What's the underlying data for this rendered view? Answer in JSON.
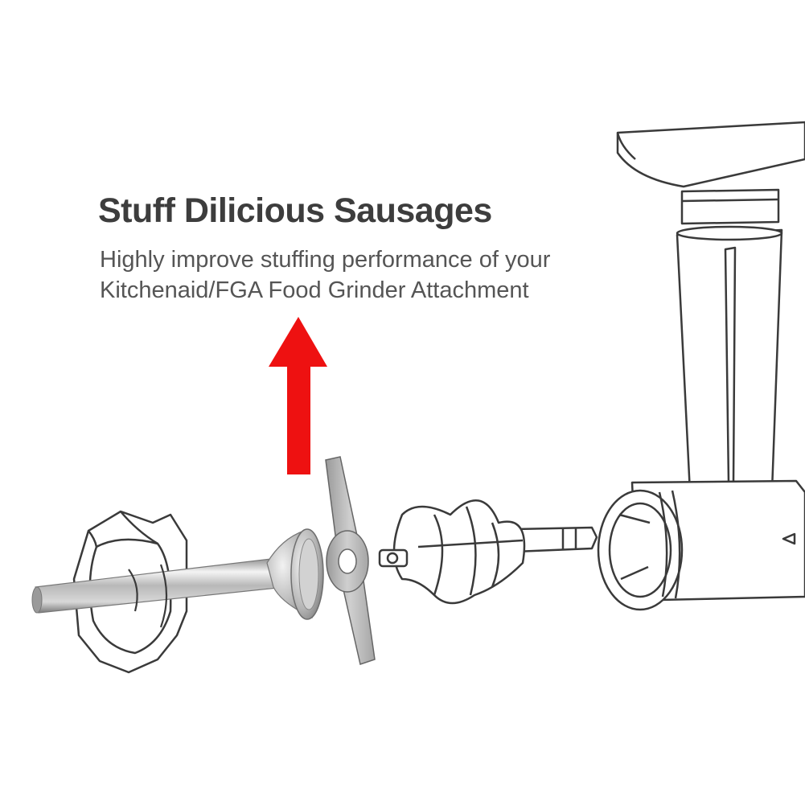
{
  "headline": "Stuff Dilicious Sausages",
  "subtext": {
    "line1": "Highly improve stuffing performance of your",
    "line2": "Kitchenaid/FGA Food Grinder Attachment"
  },
  "colors": {
    "arrow": "#ee1111",
    "text_dark": "#3d3d3d",
    "text_gray": "#555555",
    "sketch_line": "#3a3a3a"
  }
}
